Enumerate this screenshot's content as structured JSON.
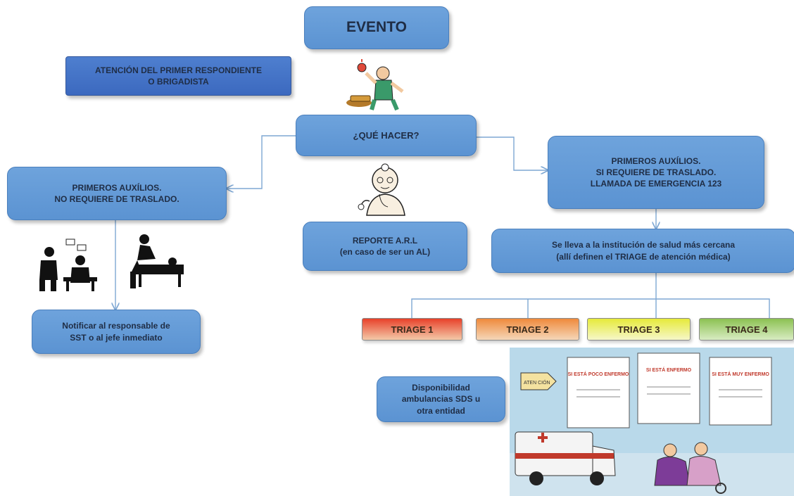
{
  "nodes": {
    "evento": "EVENTO",
    "atencion": "ATENCIÓN DEL PRIMER RESPONDIENTE\nO BRIGADISTA",
    "que_hacer": "¿QUÉ HACER?",
    "pa_no_traslado": "PRIMEROS AUXÍLIOS.\nNO REQUIERE DE TRASLADO.",
    "pa_traslado": "PRIMEROS AUXÍLIOS.\nSI REQUIERE DE TRASLADO.\nLLAMADA DE EMERGENCIA 123",
    "reporte": "REPORTE A.R.L\n(en caso de ser un AL)",
    "notificar": "Notificar al responsable de\nSST o al jefe inmediato",
    "institucion": "Se lleva a la institución de salud más cercana\n(allí definen el TRIAGE de atención médica)",
    "ambulancias": "Disponibilidad\nambulancias SDS u\notra entidad"
  },
  "triage": [
    {
      "label": "TRIAGE 1",
      "color": "#e8412a"
    },
    {
      "label": "TRIAGE 2",
      "color": "#ef8a3c"
    },
    {
      "label": "TRIAGE 3",
      "color": "#e6ea3a"
    },
    {
      "label": "TRIAGE 4",
      "color": "#8cc152"
    }
  ],
  "illustrations": {
    "worker": "injured-worker-icon",
    "doctor": "doctor-icon",
    "consult": "medical-consultation-icon",
    "first_aid": "first-aid-icon",
    "hospital": "hospital-triage-cartoon",
    "signs": [
      "SI ESTÁ POCO ENFERMO",
      "SI ESTÁ ENFERMO",
      "SI ESTÁ MUY ENFERMO"
    ],
    "sign_tag": "ATEN CIÓN"
  }
}
